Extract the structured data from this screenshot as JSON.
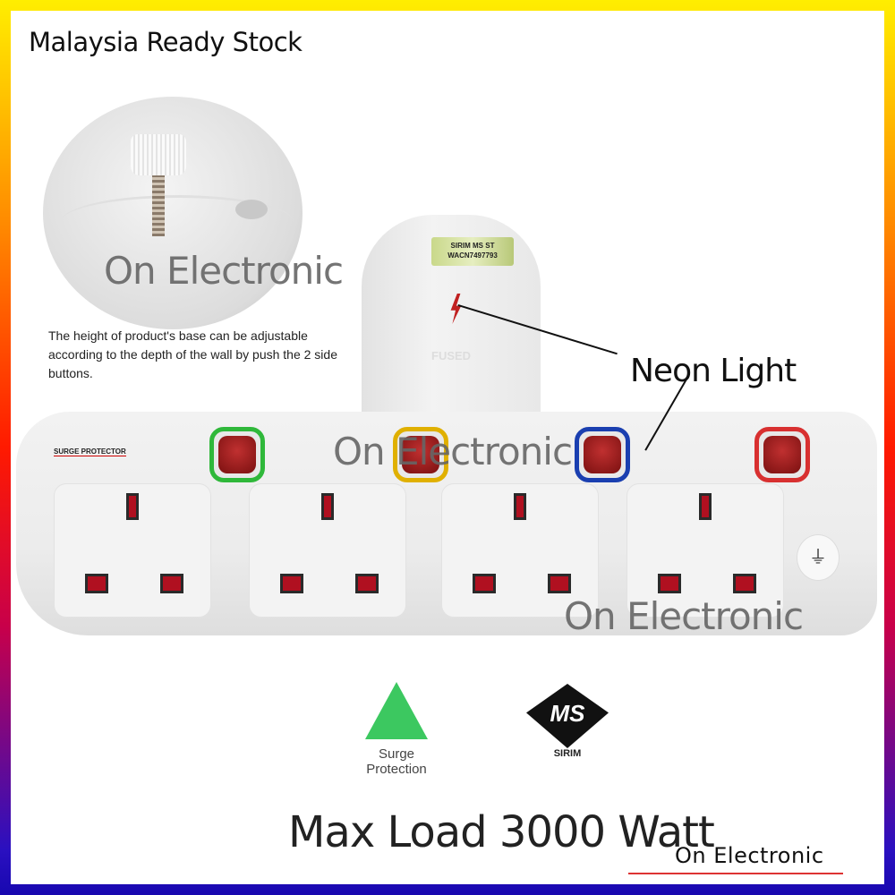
{
  "header": {
    "title": "Malaysia Ready Stock"
  },
  "inset": {
    "description": "The height of product's base can be adjustable according to the depth of the wall by push the 2 side buttons."
  },
  "watermark": "On Electronic",
  "product": {
    "sticker": {
      "left": "SIRIM",
      "right": "ST",
      "center": "MS",
      "serial": "WACN7497793"
    },
    "fused_label": "FUSED",
    "surge_label": "SURGE PROTECTOR",
    "switch_colors": [
      "#2fb83a",
      "#e0b000",
      "#1a3fb0",
      "#d83030"
    ]
  },
  "callout": {
    "label": "Neon Light"
  },
  "badges": {
    "surge": {
      "label": "Surge Protection",
      "color": "#3cc860"
    },
    "sirim": {
      "mark": "MS",
      "label": "SIRIM"
    }
  },
  "footer": {
    "max_load": "Max Load 3000 Watt",
    "brand": "On Electronic"
  }
}
